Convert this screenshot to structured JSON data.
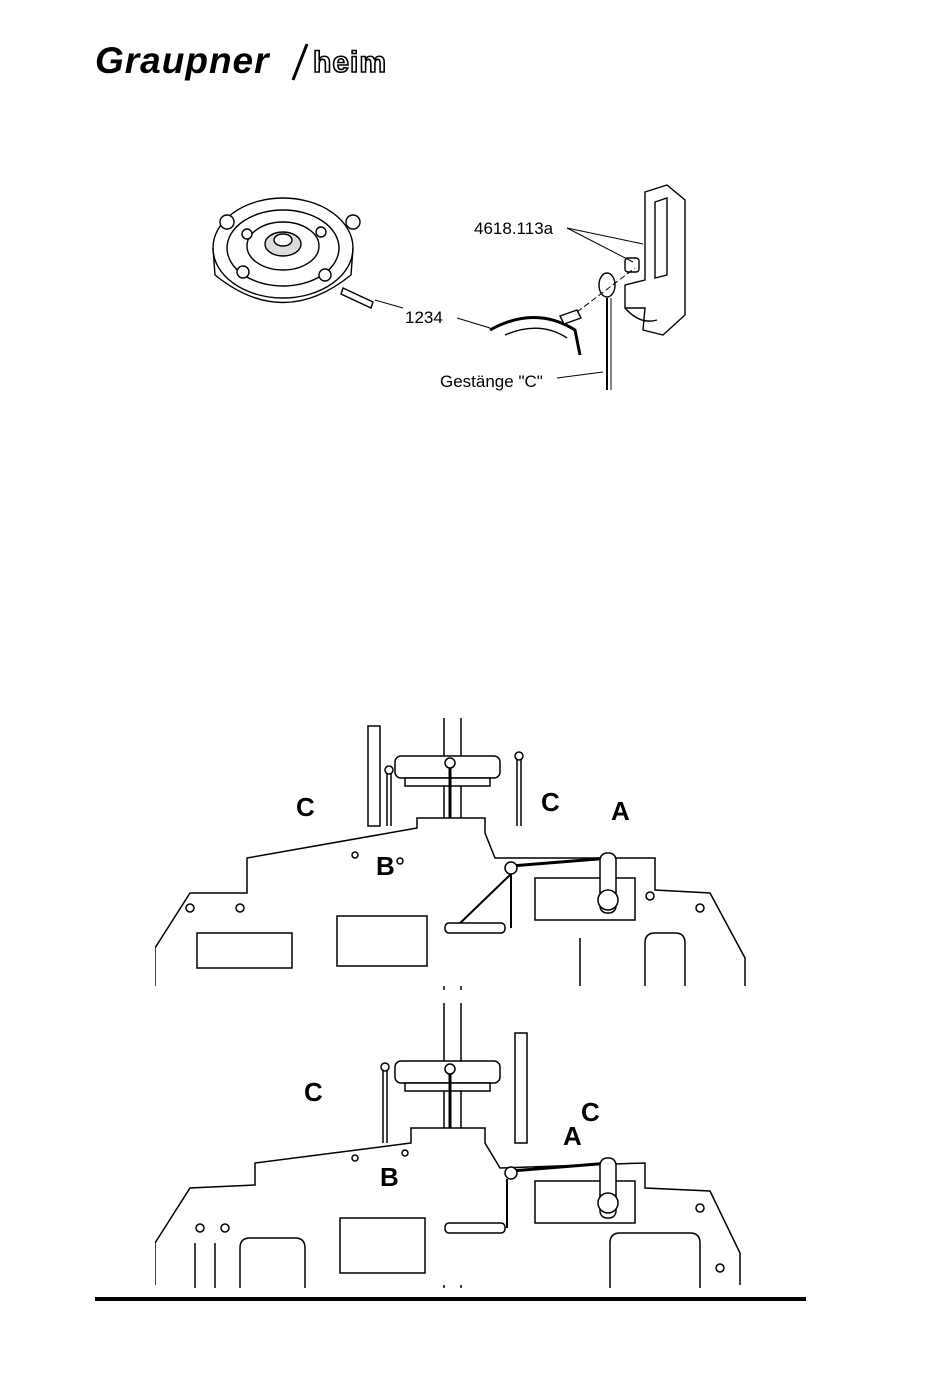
{
  "header": {
    "brand_primary": "Graupner",
    "brand_secondary": "heim"
  },
  "figure_top": {
    "label_part_number": "4618.113a",
    "label_1234": "1234",
    "label_linkage": "Gestänge \"C\""
  },
  "figure_middle": {
    "label_c_left": "C",
    "label_c_right": "C",
    "label_a": "A",
    "label_b": "B"
  },
  "figure_bottom": {
    "label_c_left": "C",
    "label_c_right": "C",
    "label_a": "A",
    "label_b": "B"
  }
}
